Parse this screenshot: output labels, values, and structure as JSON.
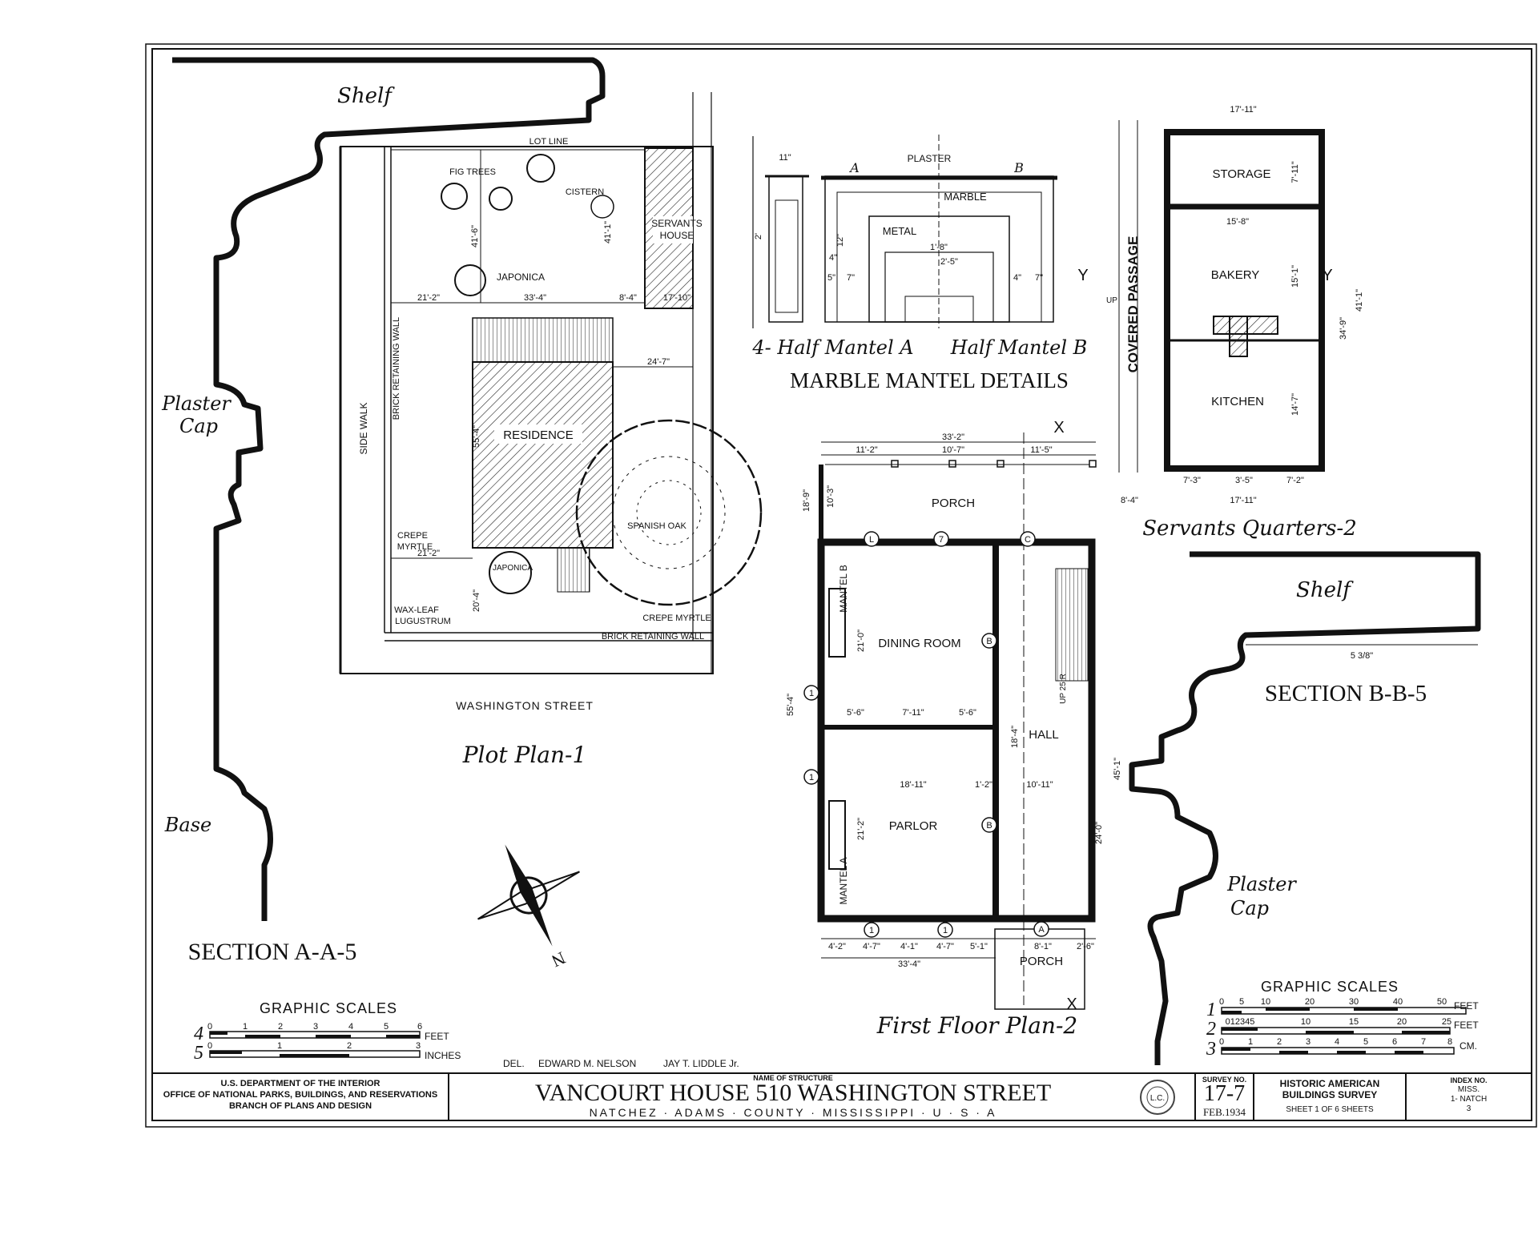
{
  "plot_plan": {
    "title": "Plot Plan-1",
    "lot_line": "LOT LINE",
    "fig_trees": "FIG TREES",
    "cistern": "CISTERN",
    "servants_house": [
      "SERVANTS",
      "HOUSE"
    ],
    "japonica": "JAPONICA",
    "japonica_small": "JAPONICA",
    "residence": "RESIDENCE",
    "side_walk": "SIDE WALK",
    "brick_wall_left": "BRICK RETAINING WALL",
    "brick_wall_bottom": "BRICK RETAINING WALL",
    "crepe_myrtle_left": [
      "CREPE",
      "MYRTLE"
    ],
    "crepe_myrtle_right": "CREPE MYRTLE",
    "spanish_oak": "SPANISH OAK",
    "wax_leaf": [
      "WAX-LEAF",
      "LUGUSTRUM"
    ],
    "street": "WASHINGTON STREET",
    "dims": [
      "21'-2\"",
      "33'-4\"",
      "8'-4\"",
      "17'-10\"",
      "24'-7\"",
      "41'-6\"",
      "41'-1\"",
      "55'-4\"",
      "21'-2\"",
      "20'-4\""
    ]
  },
  "mantel": {
    "title": "MARBLE MANTEL DETAILS",
    "subtitle_a": "4- Half Mantel A",
    "subtitle_b": "Half Mantel B",
    "plaster": "PLASTER",
    "marble": "MARBLE",
    "metal": "METAL",
    "marker_a": "A",
    "marker_b": "B",
    "dims": [
      "11\"",
      "12\"",
      "2'",
      "4\"",
      "5\"",
      "7\"",
      "1'-8\"",
      "2'-5\"",
      "4\"",
      "7\""
    ]
  },
  "servants": {
    "title": "Servants Quarters-2",
    "storage": "STORAGE",
    "bakery": "BAKERY",
    "kitchen": "KITCHEN",
    "covered_passage": "COVERED PASSAGE",
    "up": "UP",
    "section_mark": "Y",
    "dims": [
      "17'-11\"",
      "15'-8\"",
      "17'-11\"",
      "8'-4\"",
      "7'-3\"",
      "3'-5\"",
      "7'-2\"",
      "41'-1\"",
      "34'-9\"",
      "7'-11\"",
      "15'-1\"",
      "14'-7\""
    ]
  },
  "first_floor": {
    "title": "First Floor Plan-2",
    "porch_top": "PORCH",
    "porch_bottom": "PORCH",
    "dining_room": "DINING ROOM",
    "parlor": "PARLOR",
    "hall": "HALL",
    "mantel_a": "MANTEL A",
    "mantel_b": "MANTEL B",
    "up": "UP 25 R",
    "section_mark": "X",
    "dims_top": [
      "11'-2\"",
      "33'-2\"",
      "10'-7\"",
      "11'-5\""
    ],
    "dims_bottom": [
      "4'-2\"",
      "4'-7\"",
      "4'-1\"",
      "4'-7\"",
      "5'-1\"",
      "8'-1\"",
      "2'-6\""
    ],
    "overall_bottom": "33'-4\"",
    "room_dims": [
      "18'-11\"",
      "1'-2\"",
      "10'-11\"",
      "5'-6\"",
      "7'-11\"",
      "5'-6\"",
      "21'-0\"",
      "21'-2\"",
      "18'-4\"",
      "24'-0\"",
      "45'-1\"",
      "55'-4\"",
      "18'-9\"",
      "10'-3\""
    ],
    "markers": [
      "L",
      "7",
      "C",
      "B",
      "B",
      "A",
      "1",
      "1",
      "1",
      "1"
    ]
  },
  "section_aa": {
    "title": "SECTION A-A-5",
    "shelf": "Shelf",
    "plaster_cap": [
      "Plaster",
      "Cap"
    ],
    "base": "Base"
  },
  "section_bb": {
    "title": "SECTION B-B-5",
    "shelf": "Shelf",
    "plaster_cap": [
      "Plaster",
      "Cap"
    ],
    "dim": "5 3/8\""
  },
  "scales_left": {
    "title": "GRAPHIC SCALES",
    "rows": [
      {
        "num": "4",
        "ticks": [
          "0",
          "1",
          "2",
          "3",
          "4",
          "5",
          "6"
        ],
        "unit": "FEET"
      },
      {
        "num": "5",
        "ticks": [
          "0",
          "1",
          "2",
          "3"
        ],
        "unit": "INCHES"
      }
    ]
  },
  "scales_right": {
    "title": "GRAPHIC SCALES",
    "rows": [
      {
        "num": "1",
        "ticks": [
          "0",
          "5",
          "10",
          "20",
          "30",
          "40",
          "50"
        ],
        "unit": "FEET"
      },
      {
        "num": "2",
        "ticks": [
          "012345",
          "10",
          "15",
          "20",
          "25"
        ],
        "unit": "FEET"
      },
      {
        "num": "3",
        "ticks": [
          "0",
          "1",
          "2",
          "3",
          "4",
          "5",
          "6",
          "7",
          "8"
        ],
        "unit": "CM."
      }
    ]
  },
  "compass": {
    "label": "N"
  },
  "delineators": {
    "del": "DEL.",
    "names": [
      "EDWARD M. NELSON",
      "JAY T. LIDDLE Jr."
    ]
  },
  "title_block": {
    "agency": [
      "U.S. DEPARTMENT OF THE INTERIOR",
      "OFFICE OF NATIONAL PARKS, BUILDINGS, AND RESERVATIONS",
      "BRANCH OF PLANS AND DESIGN"
    ],
    "name_label": "NAME OF STRUCTURE",
    "name": "VANCOURT HOUSE 510 WASHINGTON STREET",
    "location": "NATCHEZ · ADAMS · COUNTY · MISSISSIPPI · U · S · A",
    "seal": "L.C.",
    "survey_label": "SURVEY NO.",
    "survey_no": "17-7",
    "date": "FEB.1934",
    "habs": [
      "HISTORIC AMERICAN",
      "BUILDINGS SURVEY"
    ],
    "sheet": "SHEET 1 OF 6 SHEETS",
    "index_label": "INDEX NO.",
    "index": [
      "MISS.",
      "1- NATCH",
      "3"
    ]
  }
}
